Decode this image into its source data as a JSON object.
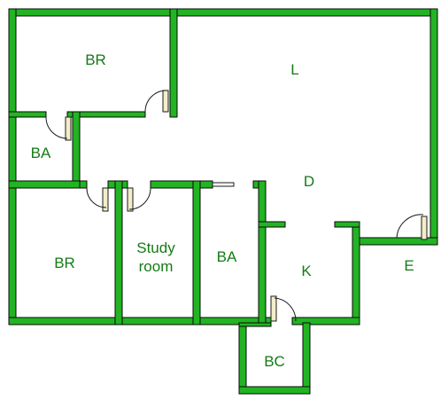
{
  "colors": {
    "wall": "#22b422",
    "wall_outline": "#0a0a0a",
    "label": "#157a15",
    "door_leaf": "#f3eec9",
    "background": "#ffffff"
  },
  "rooms": {
    "br_top": "BR",
    "living": "L",
    "ba_left": "BA",
    "dining": "D",
    "br_bottom": "BR",
    "study_line1": "Study",
    "study_line2": "room",
    "ba_mid": "BA",
    "kitchen": "K",
    "entrance": "E",
    "bc": "BC"
  }
}
